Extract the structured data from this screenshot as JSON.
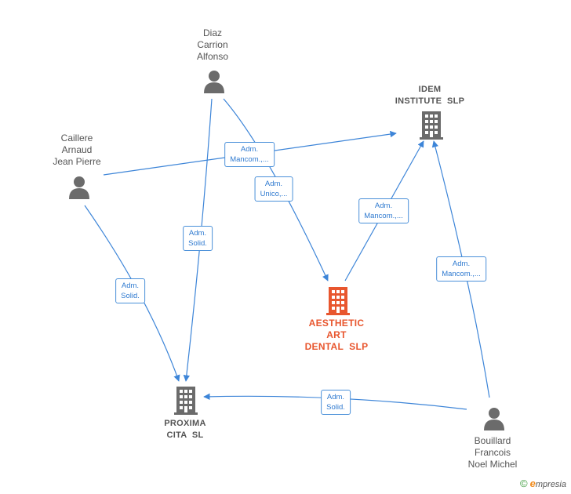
{
  "nodes": {
    "diaz": {
      "label": "Diaz\nCarrion\nAlfonso",
      "type": "person"
    },
    "caillere": {
      "label": "Caillere\nArnaud\nJean Pierre",
      "type": "person"
    },
    "bouillard": {
      "label": "Bouillard\nFrancois\nNoel Michel",
      "type": "person"
    },
    "idem": {
      "label": "IDEM\nINSTITUTE  SLP",
      "type": "company"
    },
    "aesthetic": {
      "label": "AESTHETIC\nART\nDENTAL  SLP",
      "type": "company-focus"
    },
    "proxima": {
      "label": "PROXIMA\nCITA  SL",
      "type": "company"
    }
  },
  "edges": {
    "caillere_idem": "Adm.\nMancom.,...",
    "diaz_aesthetic": "Adm.\nUnico,...",
    "aesthetic_idem": "Adm.\nMancom.,...",
    "bouillard_idem": "Adm.\nMancom.,...",
    "diaz_proxima": "Adm.\nSolid.",
    "caillere_proxima": "Adm.\nSolid.",
    "bouillard_proxima": "Adm.\nSolid."
  },
  "colors": {
    "edge": "#3d85d8",
    "person_icon": "#6b6b6b",
    "company_icon": "#6b6b6b",
    "focus_icon": "#e8562e"
  },
  "brand": {
    "copyright": "©",
    "name_initial": "e",
    "name_rest": "mpresia"
  }
}
